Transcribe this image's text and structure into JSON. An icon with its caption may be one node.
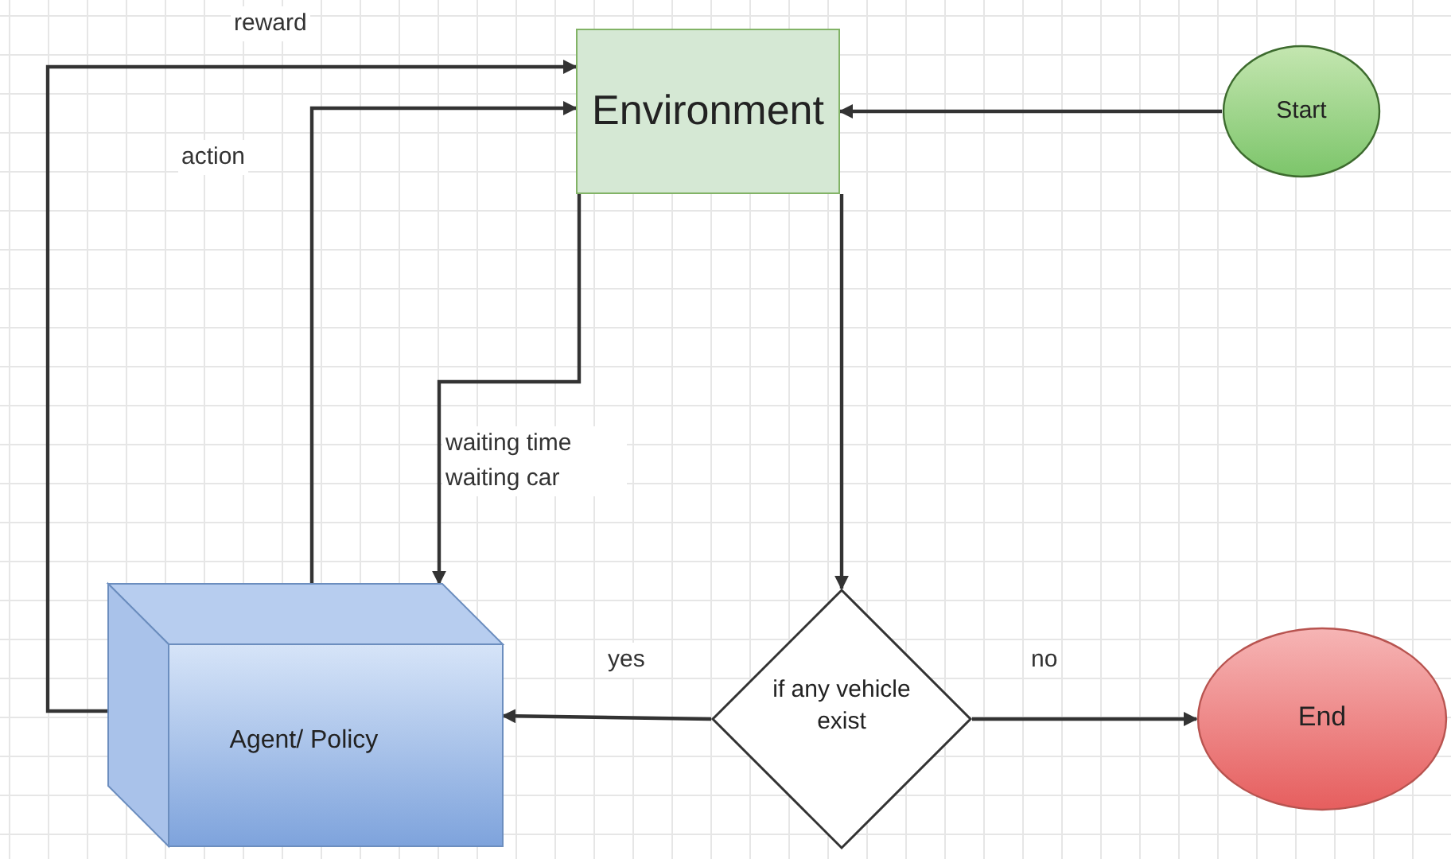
{
  "diagram": {
    "nodes": [
      {
        "text": [
          "Environment"
        ]
      },
      {
        "text": [
          "Start"
        ]
      },
      {
        "text": [
          "Agent/ Policy"
        ]
      },
      {
        "text": [
          "if any vehicle exist"
        ]
      },
      {
        "text": [
          "End"
        ]
      }
    ],
    "edges": [
      {
        "from": 1,
        "to": 0,
        "arrow": "to"
      },
      {
        "from": 2,
        "to": 0,
        "arrow": "to",
        "label": "reward"
      },
      {
        "from": 2,
        "to": 0,
        "arrow": "to",
        "label": "action"
      },
      {
        "from": 0,
        "to": 2,
        "arrow": "to",
        "label": "waiting time waiting car"
      },
      {
        "from": 0,
        "to": 3,
        "arrow": "to"
      },
      {
        "from": 3,
        "to": 2,
        "arrow": "to",
        "label": "yes"
      },
      {
        "from": 3,
        "to": 4,
        "arrow": "to",
        "label": "no"
      }
    ]
  }
}
